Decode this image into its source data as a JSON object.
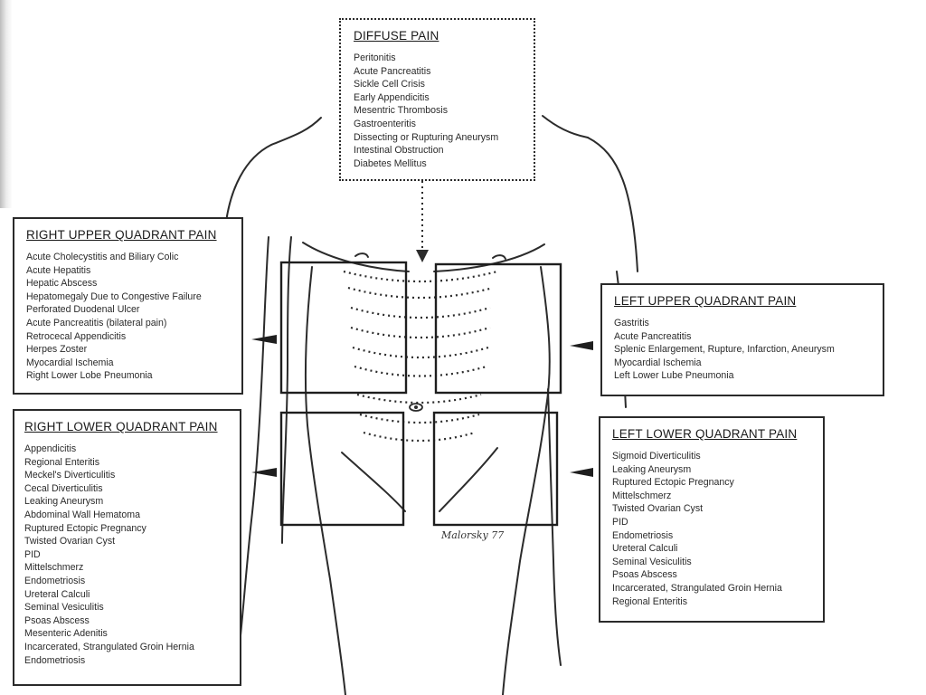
{
  "diffuse": {
    "title": "DIFFUSE PAIN",
    "items": [
      "Peritonitis",
      "Acute Pancreatitis",
      "Sickle Cell Crisis",
      "Early Appendicitis",
      "Mesentric Thrombosis",
      "Gastroenteritis",
      "Dissecting or Rupturing Aneurysm",
      "Intestinal Obstruction",
      "Diabetes Mellitus"
    ]
  },
  "ruq": {
    "title": "RIGHT UPPER QUADRANT PAIN",
    "items": [
      "Acute Cholecystitis and Biliary Colic",
      "Acute Hepatitis",
      "Hepatic Abscess",
      "Hepatomegaly Due to Congestive Failure",
      "Perforated Duodenal Ulcer",
      "Acute Pancreatitis (bilateral pain)",
      "Retrocecal Appendicitis",
      "Herpes Zoster",
      "Myocardial Ischemia",
      "Right Lower Lobe Pneumonia"
    ]
  },
  "luq": {
    "title": "LEFT UPPER QUADRANT PAIN",
    "items": [
      "Gastritis",
      "Acute Pancreatitis",
      "Splenic Enlargement, Rupture, Infarction, Aneurysm",
      "Myocardial Ischemia",
      "Left Lower Lube Pneumonia"
    ]
  },
  "rlq": {
    "title": "RIGHT LOWER QUADRANT PAIN",
    "items": [
      "Appendicitis",
      "Regional Enteritis",
      "Meckel's Diverticulitis",
      "Cecal Diverticulitis",
      "Leaking Aneurysm",
      "Abdominal Wall Hematoma",
      "Ruptured Ectopic Pregnancy",
      "Twisted Ovarian Cyst",
      "PID",
      "Mittelschmerz",
      "Endometriosis",
      "Ureteral Calculi",
      "Seminal Vesiculitis",
      "Psoas Abscess",
      "Mesenteric Adenitis",
      "Incarcerated, Strangulated Groin Hernia",
      "Endometriosis"
    ]
  },
  "llq": {
    "title": "LEFT LOWER QUADRANT PAIN",
    "items": [
      "Sigmoid Diverticulitis",
      "Leaking Aneurysm",
      "Ruptured Ectopic Pregnancy",
      "Mittelschmerz",
      "Twisted Ovarian Cyst",
      "PID",
      "Endometriosis",
      "Ureteral Calculi",
      "Seminal Vesiculitis",
      "Psoas Abscess",
      "Incarcerated, Strangulated Groin Hernia",
      "Regional Enteritis"
    ]
  },
  "signature": "Malorsky 77"
}
